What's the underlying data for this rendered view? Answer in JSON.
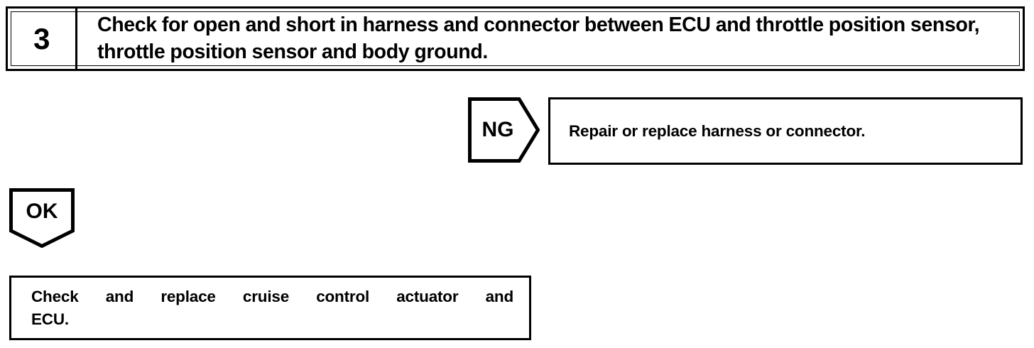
{
  "document": {
    "type": "troubleshooting-flowchart",
    "ink_color": "#000000",
    "background_color": "#ffffff"
  },
  "step": {
    "number": "3",
    "instruction": "Check for open and short in harness and connector between ECU and throttle position sensor, throttle position sensor and body ground."
  },
  "branches": {
    "ng": {
      "tag_label": "NG",
      "tag_shape": "right-pointing-pentagon",
      "result": "Repair or replace harness or connector."
    },
    "ok": {
      "tag_label": "OK",
      "tag_shape": "down-pointing-pentagon",
      "result_line1": "Check and replace cruise control actuator and",
      "result_line2": "ECU.",
      "result": "Check and replace cruise control actuator and ECU."
    }
  }
}
